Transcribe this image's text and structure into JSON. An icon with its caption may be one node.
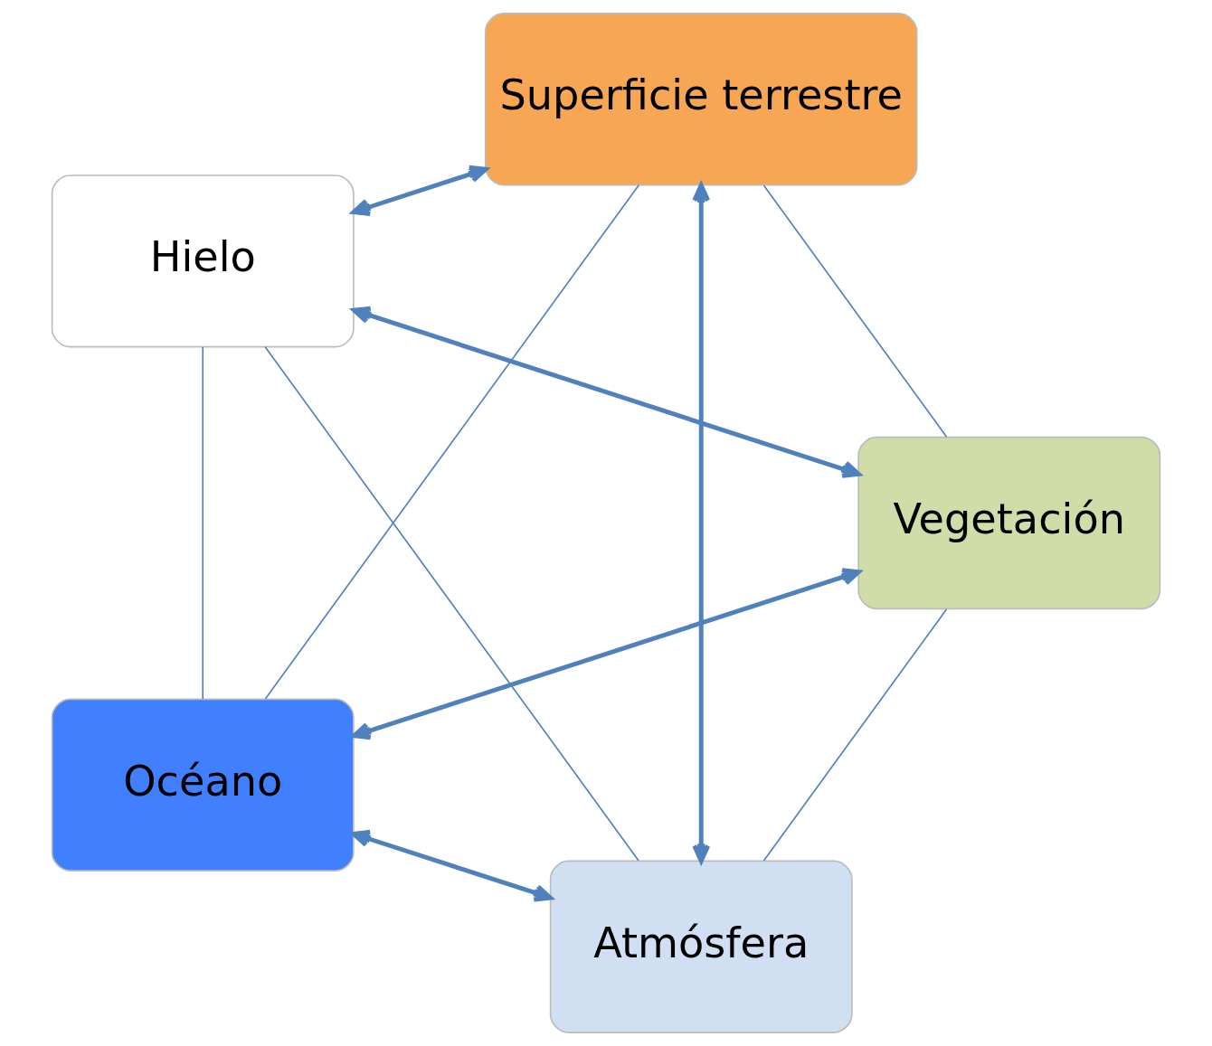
{
  "diagram": {
    "nodes": [
      {
        "text": [
          "Atmósfera"
        ]
      },
      {
        "text": [
          "Vegetación"
        ]
      },
      {
        "text": [
          "Hielo"
        ]
      },
      {
        "text": [
          "Superficie terrestre"
        ]
      },
      {
        "text": [
          "Océano"
        ]
      }
    ],
    "edges": [
      {
        "from": 0,
        "to": 2,
        "arrow": "none"
      },
      {
        "from": 2,
        "to": 4,
        "arrow": "none"
      },
      {
        "from": 4,
        "to": 3,
        "arrow": "none"
      },
      {
        "from": 3,
        "to": 1,
        "arrow": "none"
      },
      {
        "from": 1,
        "to": 0,
        "arrow": "none"
      },
      {
        "from": 1,
        "to": 2,
        "arrow": "both",
        "style": "thick"
      },
      {
        "from": 0,
        "to": 3,
        "arrow": "both",
        "style": "thick"
      },
      {
        "from": 0,
        "to": 4,
        "arrow": "both",
        "style": "thick"
      },
      {
        "from": 1,
        "to": 4,
        "arrow": "both",
        "style": "thick"
      },
      {
        "from": 2,
        "to": 3,
        "arrow": "both",
        "style": "thick"
      }
    ]
  }
}
